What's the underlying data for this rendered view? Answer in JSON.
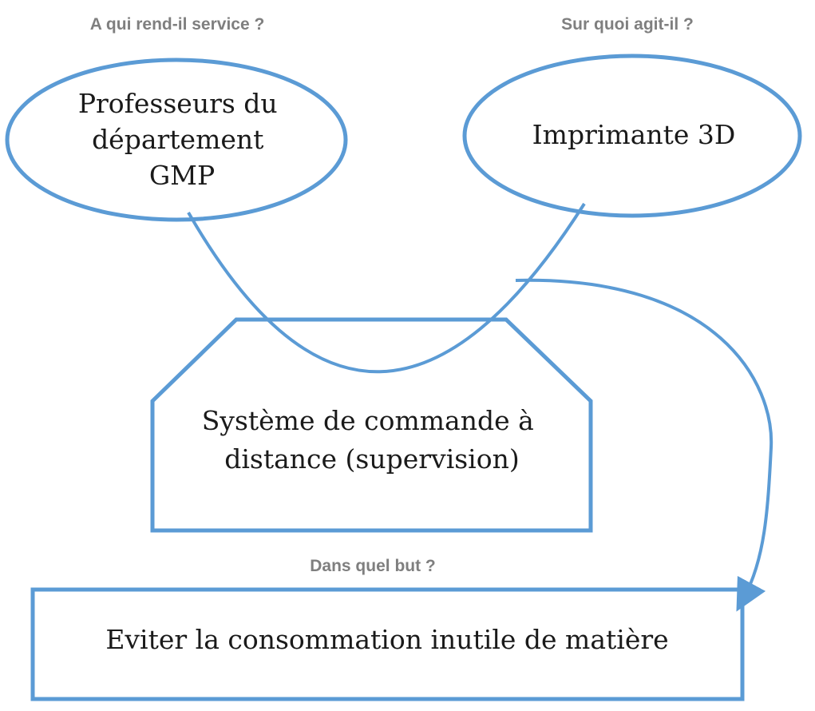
{
  "questions": {
    "who": "A qui rend-il service ?",
    "what": "Sur quoi agit-il ?",
    "why": "Dans quel but ?"
  },
  "nodes": {
    "user": [
      "Professeurs du",
      "département",
      "GMP"
    ],
    "object": [
      "Imprimante 3D"
    ],
    "system": [
      "Système de commande à",
      "distance (supervision)"
    ],
    "goal": [
      "Eviter la consommation inutile de matière"
    ]
  },
  "colors": {
    "stroke": "#5b9bd5",
    "question_text": "#7f7f7f",
    "body_text": "#1a1a1a"
  }
}
